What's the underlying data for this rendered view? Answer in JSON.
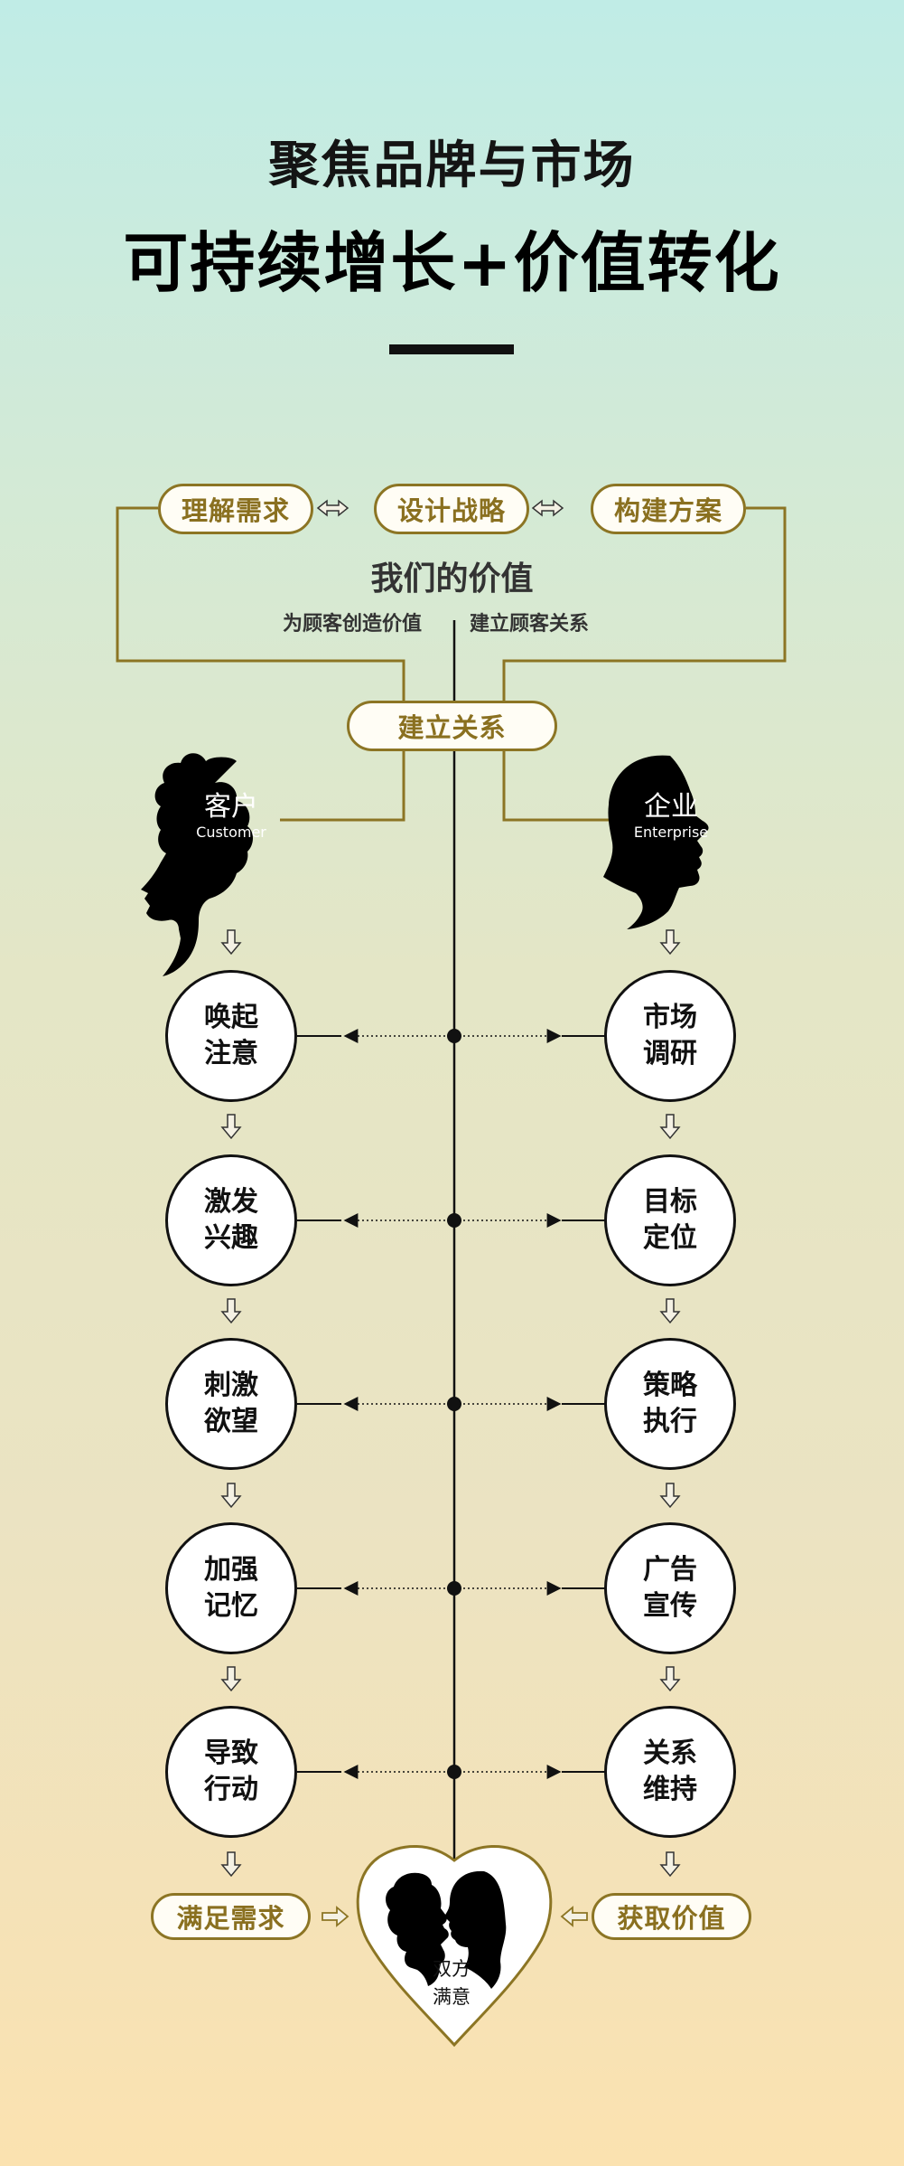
{
  "header": {
    "title_line1": "聚焦品牌与市场",
    "title_line2": "可持续增长+价值转化"
  },
  "top_pills": [
    "理解需求",
    "设计战略",
    "构建方案"
  ],
  "value": {
    "title": "我们的价值",
    "left_sub": "为顾客创造价值",
    "right_sub": "建立顾客关系"
  },
  "relation_pill": "建立关系",
  "customer": {
    "label": "客户",
    "label_en": "Customer"
  },
  "enterprise": {
    "label": "企业",
    "label_en": "Enterprise"
  },
  "customer_steps": [
    [
      "唤起",
      "注意"
    ],
    [
      "激发",
      "兴趣"
    ],
    [
      "刺激",
      "欲望"
    ],
    [
      "加强",
      "记忆"
    ],
    [
      "导致",
      "行动"
    ]
  ],
  "enterprise_steps": [
    [
      "市场",
      "调研"
    ],
    [
      "目标",
      "定位"
    ],
    [
      "策略",
      "执行"
    ],
    [
      "广告",
      "宣传"
    ],
    [
      "关系",
      "维持"
    ]
  ],
  "bottom": {
    "left_pill": "满足需求",
    "right_pill": "获取价值",
    "heart_line1": "双方",
    "heart_line2": "满意"
  },
  "colors": {
    "accent": "#8c7524",
    "accent_text": "#8a7020",
    "line": "#111111",
    "background_top": "#c0ece6",
    "background_bottom": "#fbe2b0"
  }
}
